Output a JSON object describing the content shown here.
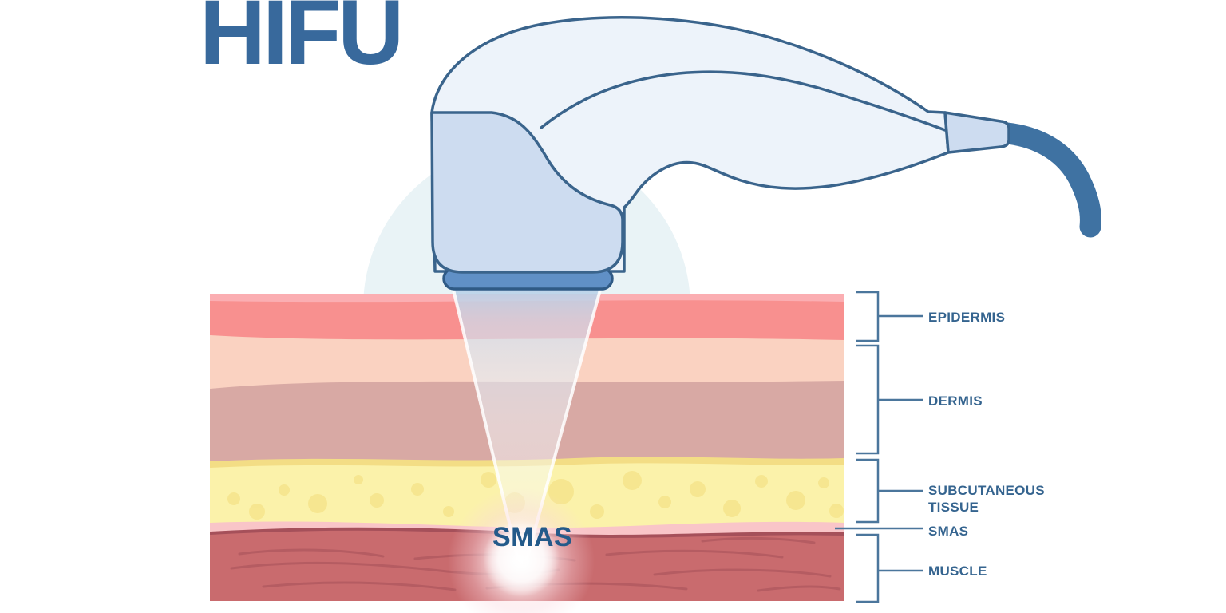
{
  "title": "HIFU",
  "focus_label": "SMAS",
  "layer_labels": [
    {
      "id": "epidermis",
      "label": "EPIDERMIS"
    },
    {
      "id": "dermis",
      "label": "DERMIS"
    },
    {
      "id": "subcutaneous-tissue",
      "label": "SUBCUTANEOUS TISSUE"
    },
    {
      "id": "smas",
      "label": "SMAS"
    },
    {
      "id": "muscle",
      "label": "MUSCLE"
    }
  ],
  "colors": {
    "title_blue": "#38699c",
    "label_blue": "#35648f",
    "bracket_blue": "#4b769c",
    "device_outline": "#3a648c",
    "device_body": "#edf3fa",
    "device_head": "#cddcf0",
    "device_tip": "#6090c6",
    "cable": "#3f72a2",
    "halo": "#e9f3f6",
    "epidermis_top_strip": "#fbaeb2",
    "epidermis": "#f8908f",
    "dermis_upper": "#fad2c1",
    "dermis_lower": "#d8a9a4",
    "fat_edge": "#f3dd85",
    "fat": "#fbf2aa",
    "fat_circles": "#f6e58e",
    "smas_layer": "#f9c5c8",
    "muscle": "#c96b6e",
    "muscle_fibers": "#b25a60"
  }
}
